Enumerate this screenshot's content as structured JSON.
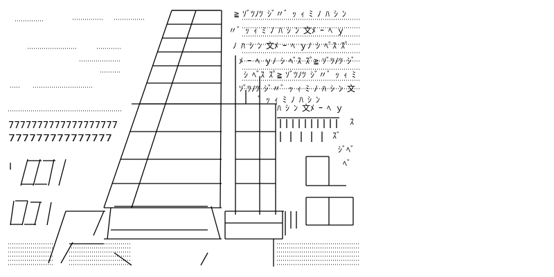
{
  "artwork": {
    "kind": "ascii-art",
    "subject": "street-scene-building-with-stairs-and-foliage",
    "colors": {
      "ink": "#000000",
      "paper": "#ffffff"
    },
    "glyph_rows": {
      "sevens_row_1": "7777777777777777777",
      "sevens_row_2": "777777777777777",
      "foliage_marks": [
        "≧",
        "ｿﾞ",
        "ﾂﾉ",
        "ﾂ",
        "ｼﾞ",
        "〃",
        "ﾞ",
        "ｯ",
        "ｨ",
        "ﾐ",
        "ﾉ",
        "ﾊ",
        "ｼ",
        "ﾝ",
        "文",
        "ﾒ",
        "ｰ",
        "ﾍ",
        "ｙ",
        "ﾉ",
        "ｼ",
        "ﾍﾞ",
        "ｽ",
        "ｽﾟ"
      ]
    }
  }
}
